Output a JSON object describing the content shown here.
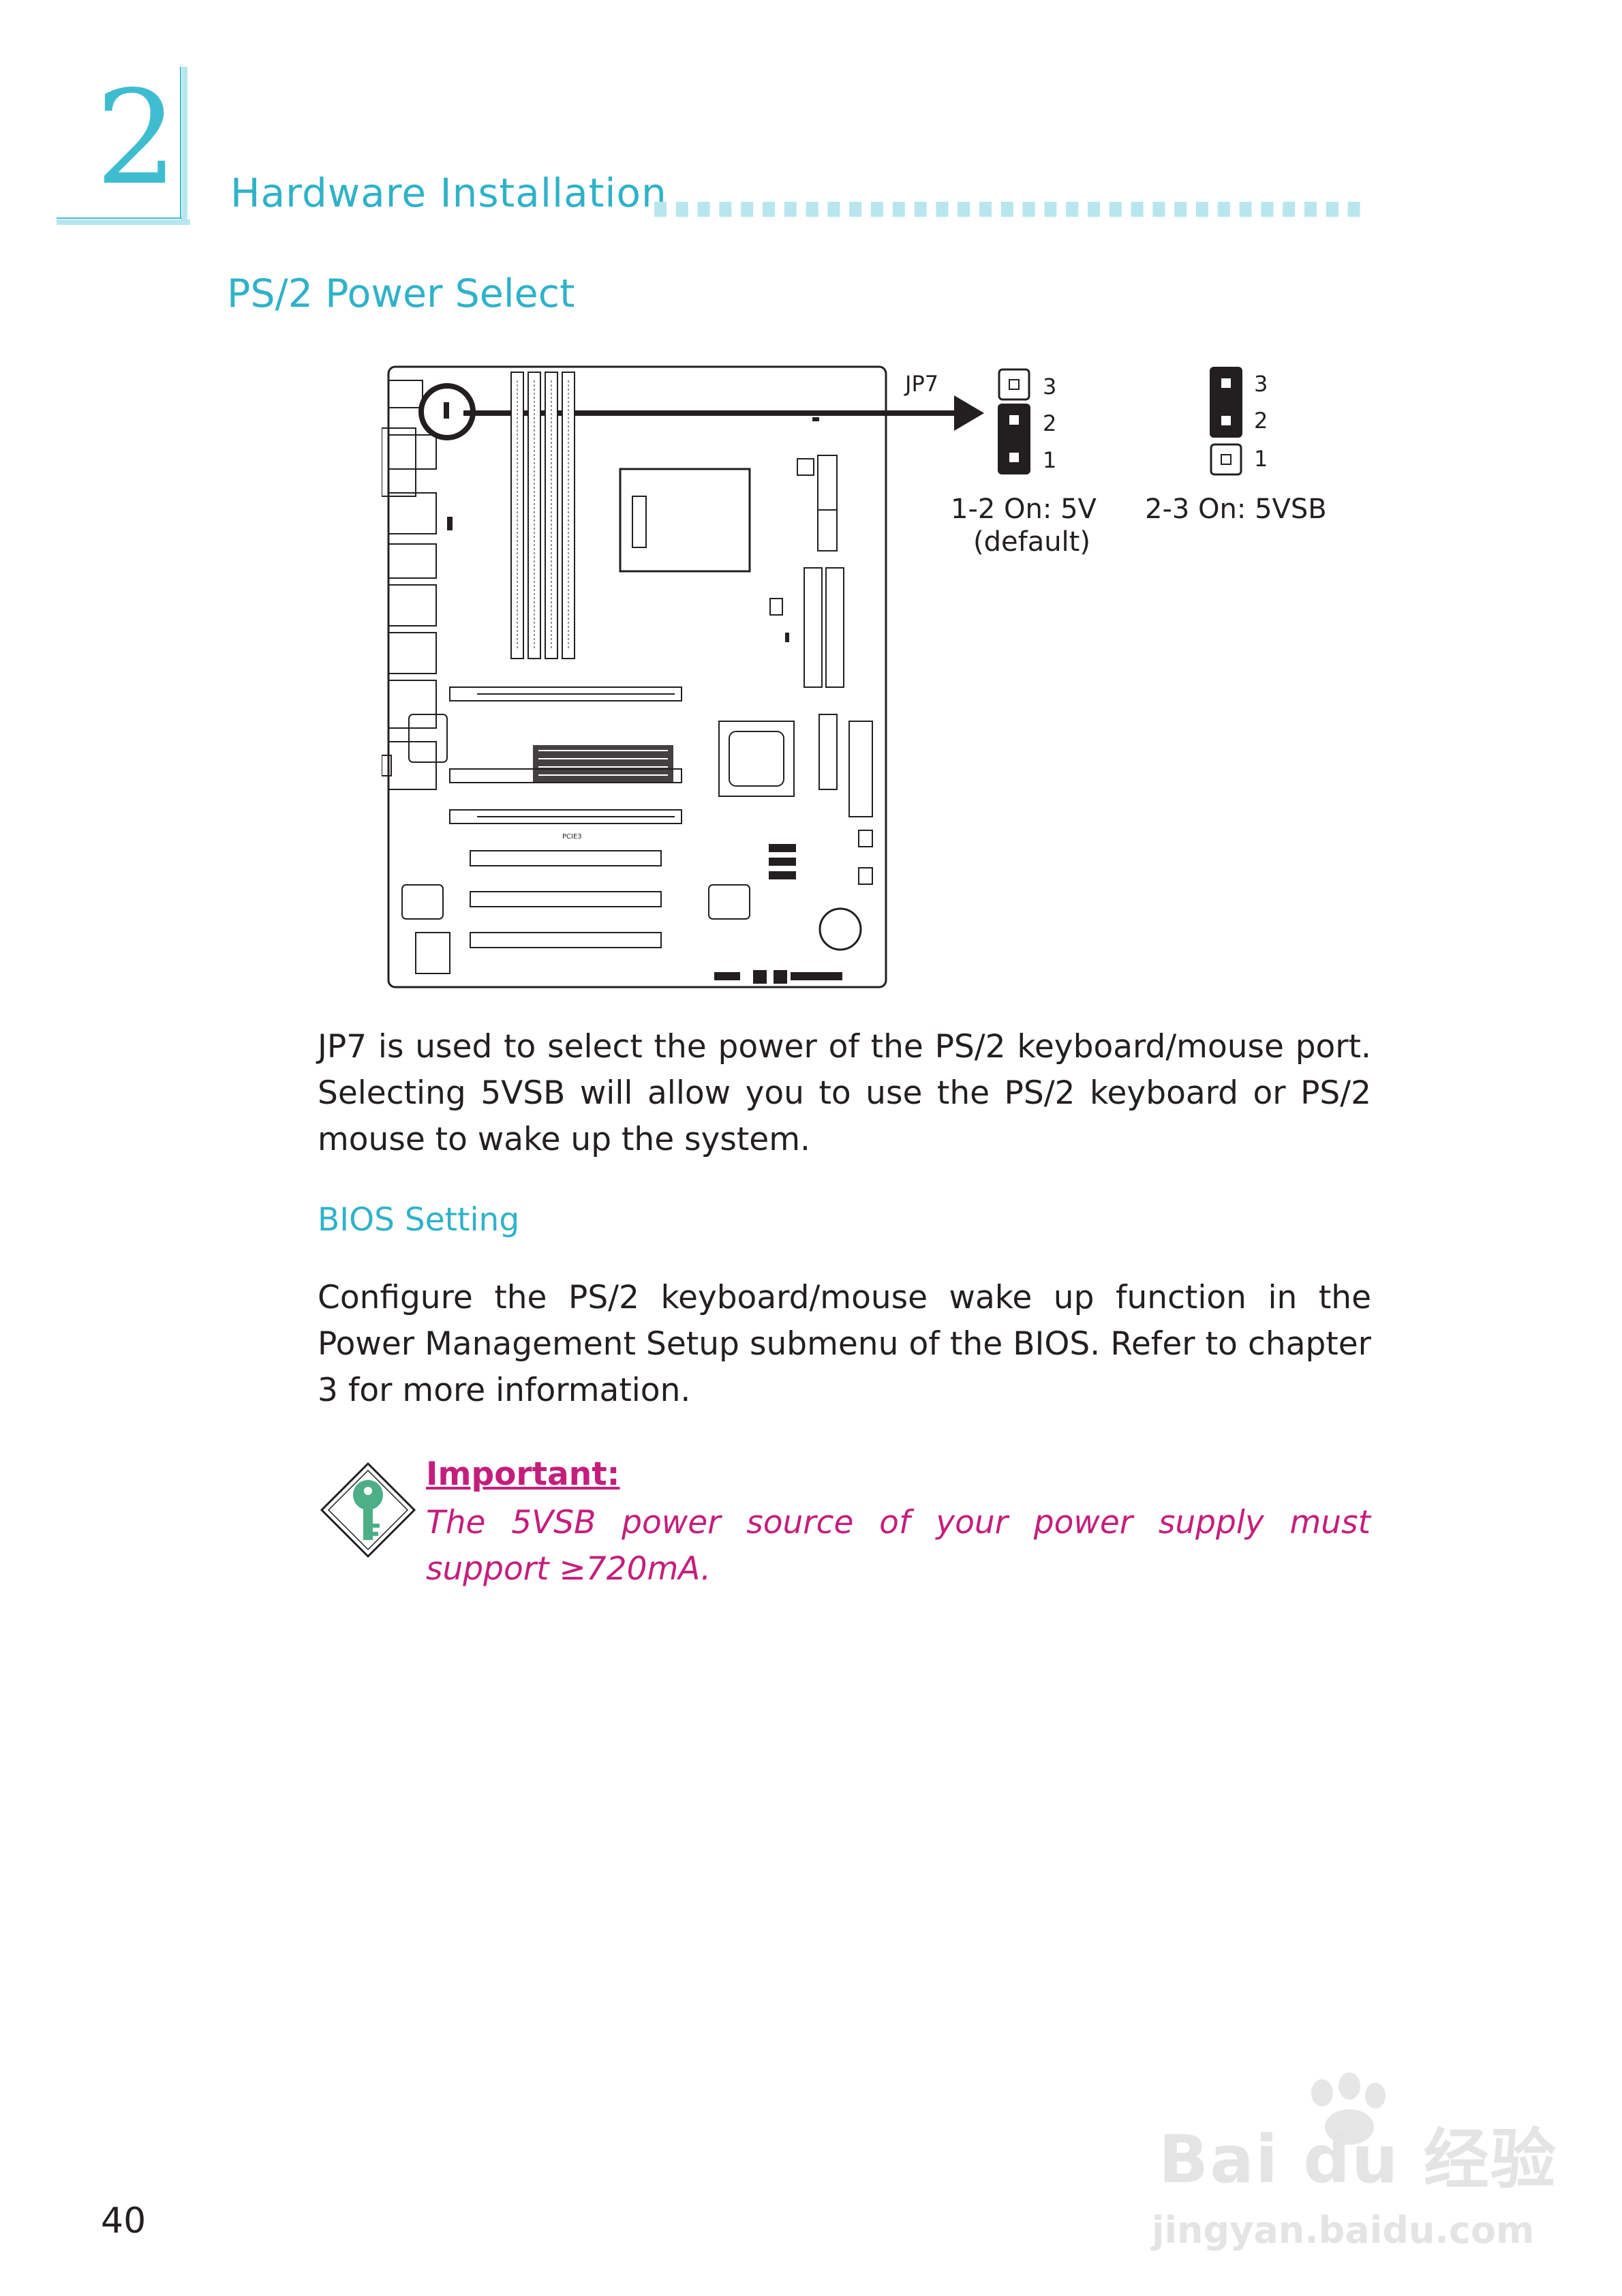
{
  "header": {
    "chapter_number": "2",
    "title": "Hardware Installation"
  },
  "section": {
    "title": "PS/2 Power Select"
  },
  "diagram": {
    "jumper_name": "JP7",
    "pin_labels": [
      "3",
      "2",
      "1"
    ],
    "option_a_caption": "1-2 On: 5V",
    "option_a_note": "(default)",
    "option_b_caption": "2-3 On: 5VSB",
    "slot_label": "PCIE3"
  },
  "content": {
    "paragraph_1": "JP7 is used to select the power of the PS/2 keyboard/mouse port. Selecting 5VSB will allow you to use the PS/2 keyboard or PS/2 mouse to wake up the system.",
    "bios_heading": "BIOS Setting",
    "paragraph_2": "Configure the PS/2 keyboard/mouse wake up function in the Power Management Setup submenu of the BIOS. Refer to chapter 3 for more information.",
    "important_label": "Important:",
    "important_text": "The 5VSB power source of your power supply must support ≥720mA."
  },
  "footer": {
    "page_number": "40"
  },
  "watermark": {
    "brand": "Bai du 经验",
    "url": "jingyan.baidu.com"
  },
  "colors": {
    "accent_cyan": "#2fb2c9",
    "important_magenta": "#c41e7d",
    "key_green": "#4caf86"
  }
}
